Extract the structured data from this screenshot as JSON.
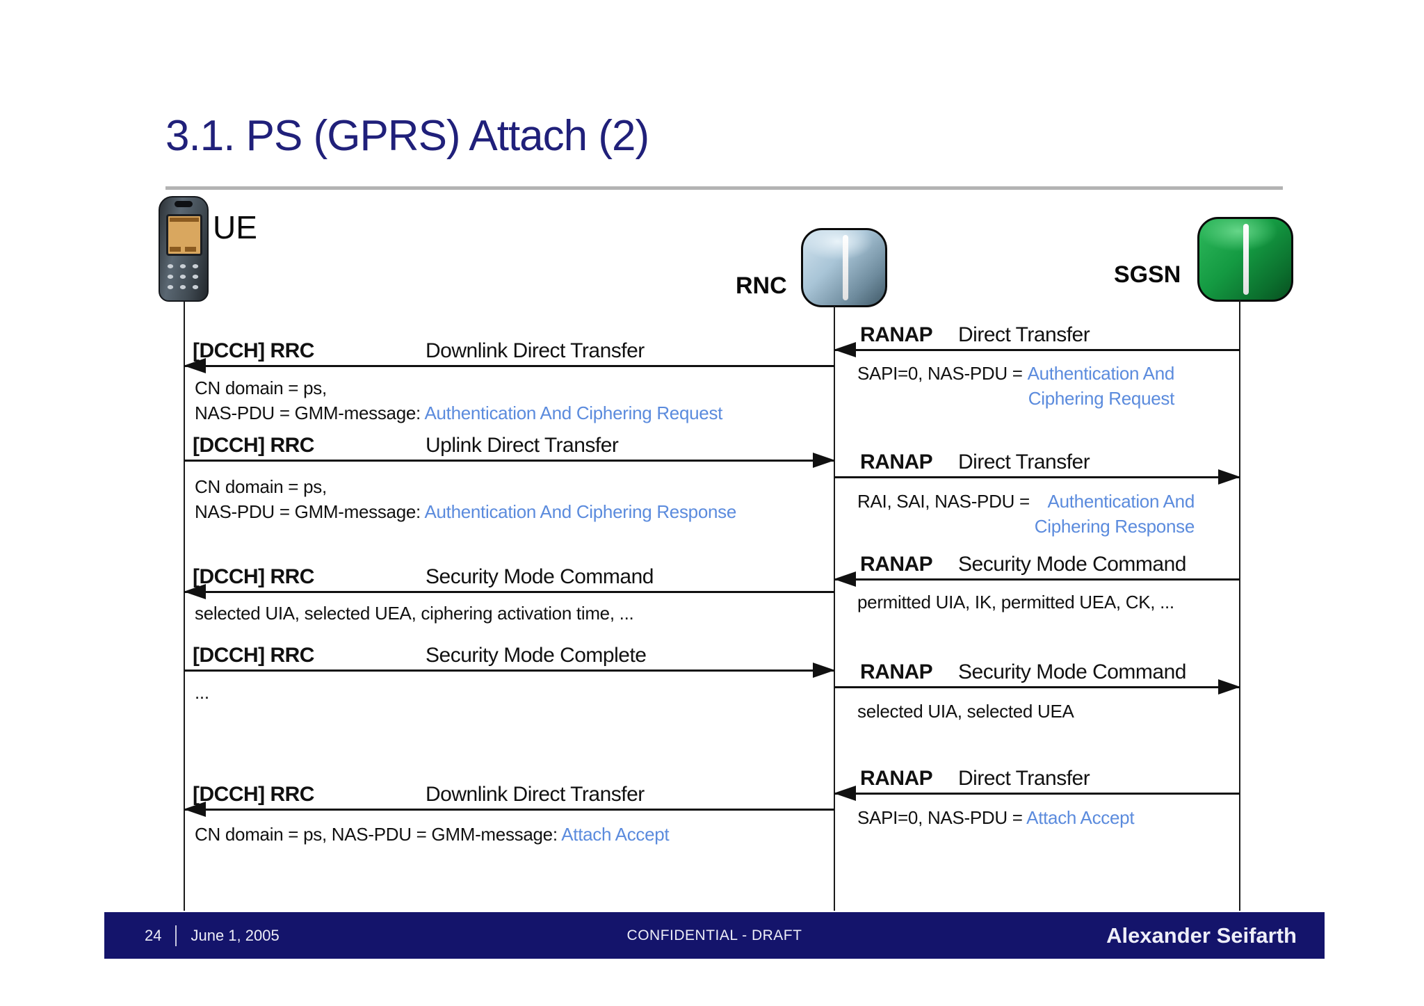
{
  "slide": {
    "title": "3.1. PS (GPRS) Attach (2)",
    "footer": {
      "page_number": "24",
      "date": "June 1, 2005",
      "classification": "CONFIDENTIAL - DRAFT",
      "author": "Alexander Seifarth"
    }
  },
  "entities": {
    "ue": {
      "label": "UE",
      "icon": "mobile-phone-icon"
    },
    "rnc": {
      "label": "RNC",
      "icon": "network-node-icon"
    },
    "sgsn": {
      "label": "SGSN",
      "icon": "network-node-icon"
    }
  },
  "colors": {
    "title_navy": "#20207a",
    "footer_navy": "#14146b",
    "highlight_blue": "#5b8bdd",
    "rnc_node": "#a9c5d7",
    "sgsn_node": "#149a42"
  },
  "messages": {
    "ue_rnc": [
      {
        "protocol": "[DCCH] RRC",
        "name": "Downlink Direct Transfer",
        "direction": "to-ue",
        "param_line1": "CN domain = ps,",
        "param_line2": "NAS-PDU = GMM-message: ",
        "param_line2_highlight": "Authentication And Ciphering Request"
      },
      {
        "protocol": "[DCCH] RRC",
        "name": "Uplink Direct Transfer",
        "direction": "to-rnc",
        "param_line1": "CN domain = ps,",
        "param_line2": "NAS-PDU = GMM-message: ",
        "param_line2_highlight": "Authentication And Ciphering Response"
      },
      {
        "protocol": "[DCCH] RRC",
        "name": "Security Mode Command",
        "direction": "to-ue",
        "param_line1": "selected UIA, selected UEA, ciphering activation time, ..."
      },
      {
        "protocol": "[DCCH] RRC",
        "name": "Security Mode Complete",
        "direction": "to-rnc",
        "param_line1": "..."
      },
      {
        "protocol": "[DCCH] RRC",
        "name": "Downlink Direct Transfer",
        "direction": "to-ue",
        "param_line1": "CN domain = ps,  NAS-PDU = GMM-message: ",
        "param_line1_highlight": "Attach Accept"
      }
    ],
    "rnc_sgsn": [
      {
        "protocol": "RANAP",
        "name": "Direct Transfer",
        "direction": "to-rnc",
        "param": "SAPI=0, NAS-PDU = ",
        "param_highlight_line1": "Authentication And",
        "param_highlight_line2": "Ciphering Request"
      },
      {
        "protocol": "RANAP",
        "name": "Direct Transfer",
        "direction": "to-sgsn",
        "param": "RAI, SAI, NAS-PDU = ",
        "param_highlight_line1": "Authentication And",
        "param_highlight_line2": "Ciphering Response"
      },
      {
        "protocol": "RANAP",
        "name": "Security Mode Command",
        "direction": "to-rnc",
        "param": "permitted UIA, IK, permitted UEA, CK, ..."
      },
      {
        "protocol": "RANAP",
        "name": "Security Mode Command",
        "direction": "to-sgsn",
        "param": "selected UIA, selected UEA"
      },
      {
        "protocol": "RANAP",
        "name": "Direct Transfer",
        "direction": "to-rnc",
        "param": "SAPI=0, NAS-PDU = ",
        "param_highlight_line1": "Attach Accept"
      }
    ]
  }
}
